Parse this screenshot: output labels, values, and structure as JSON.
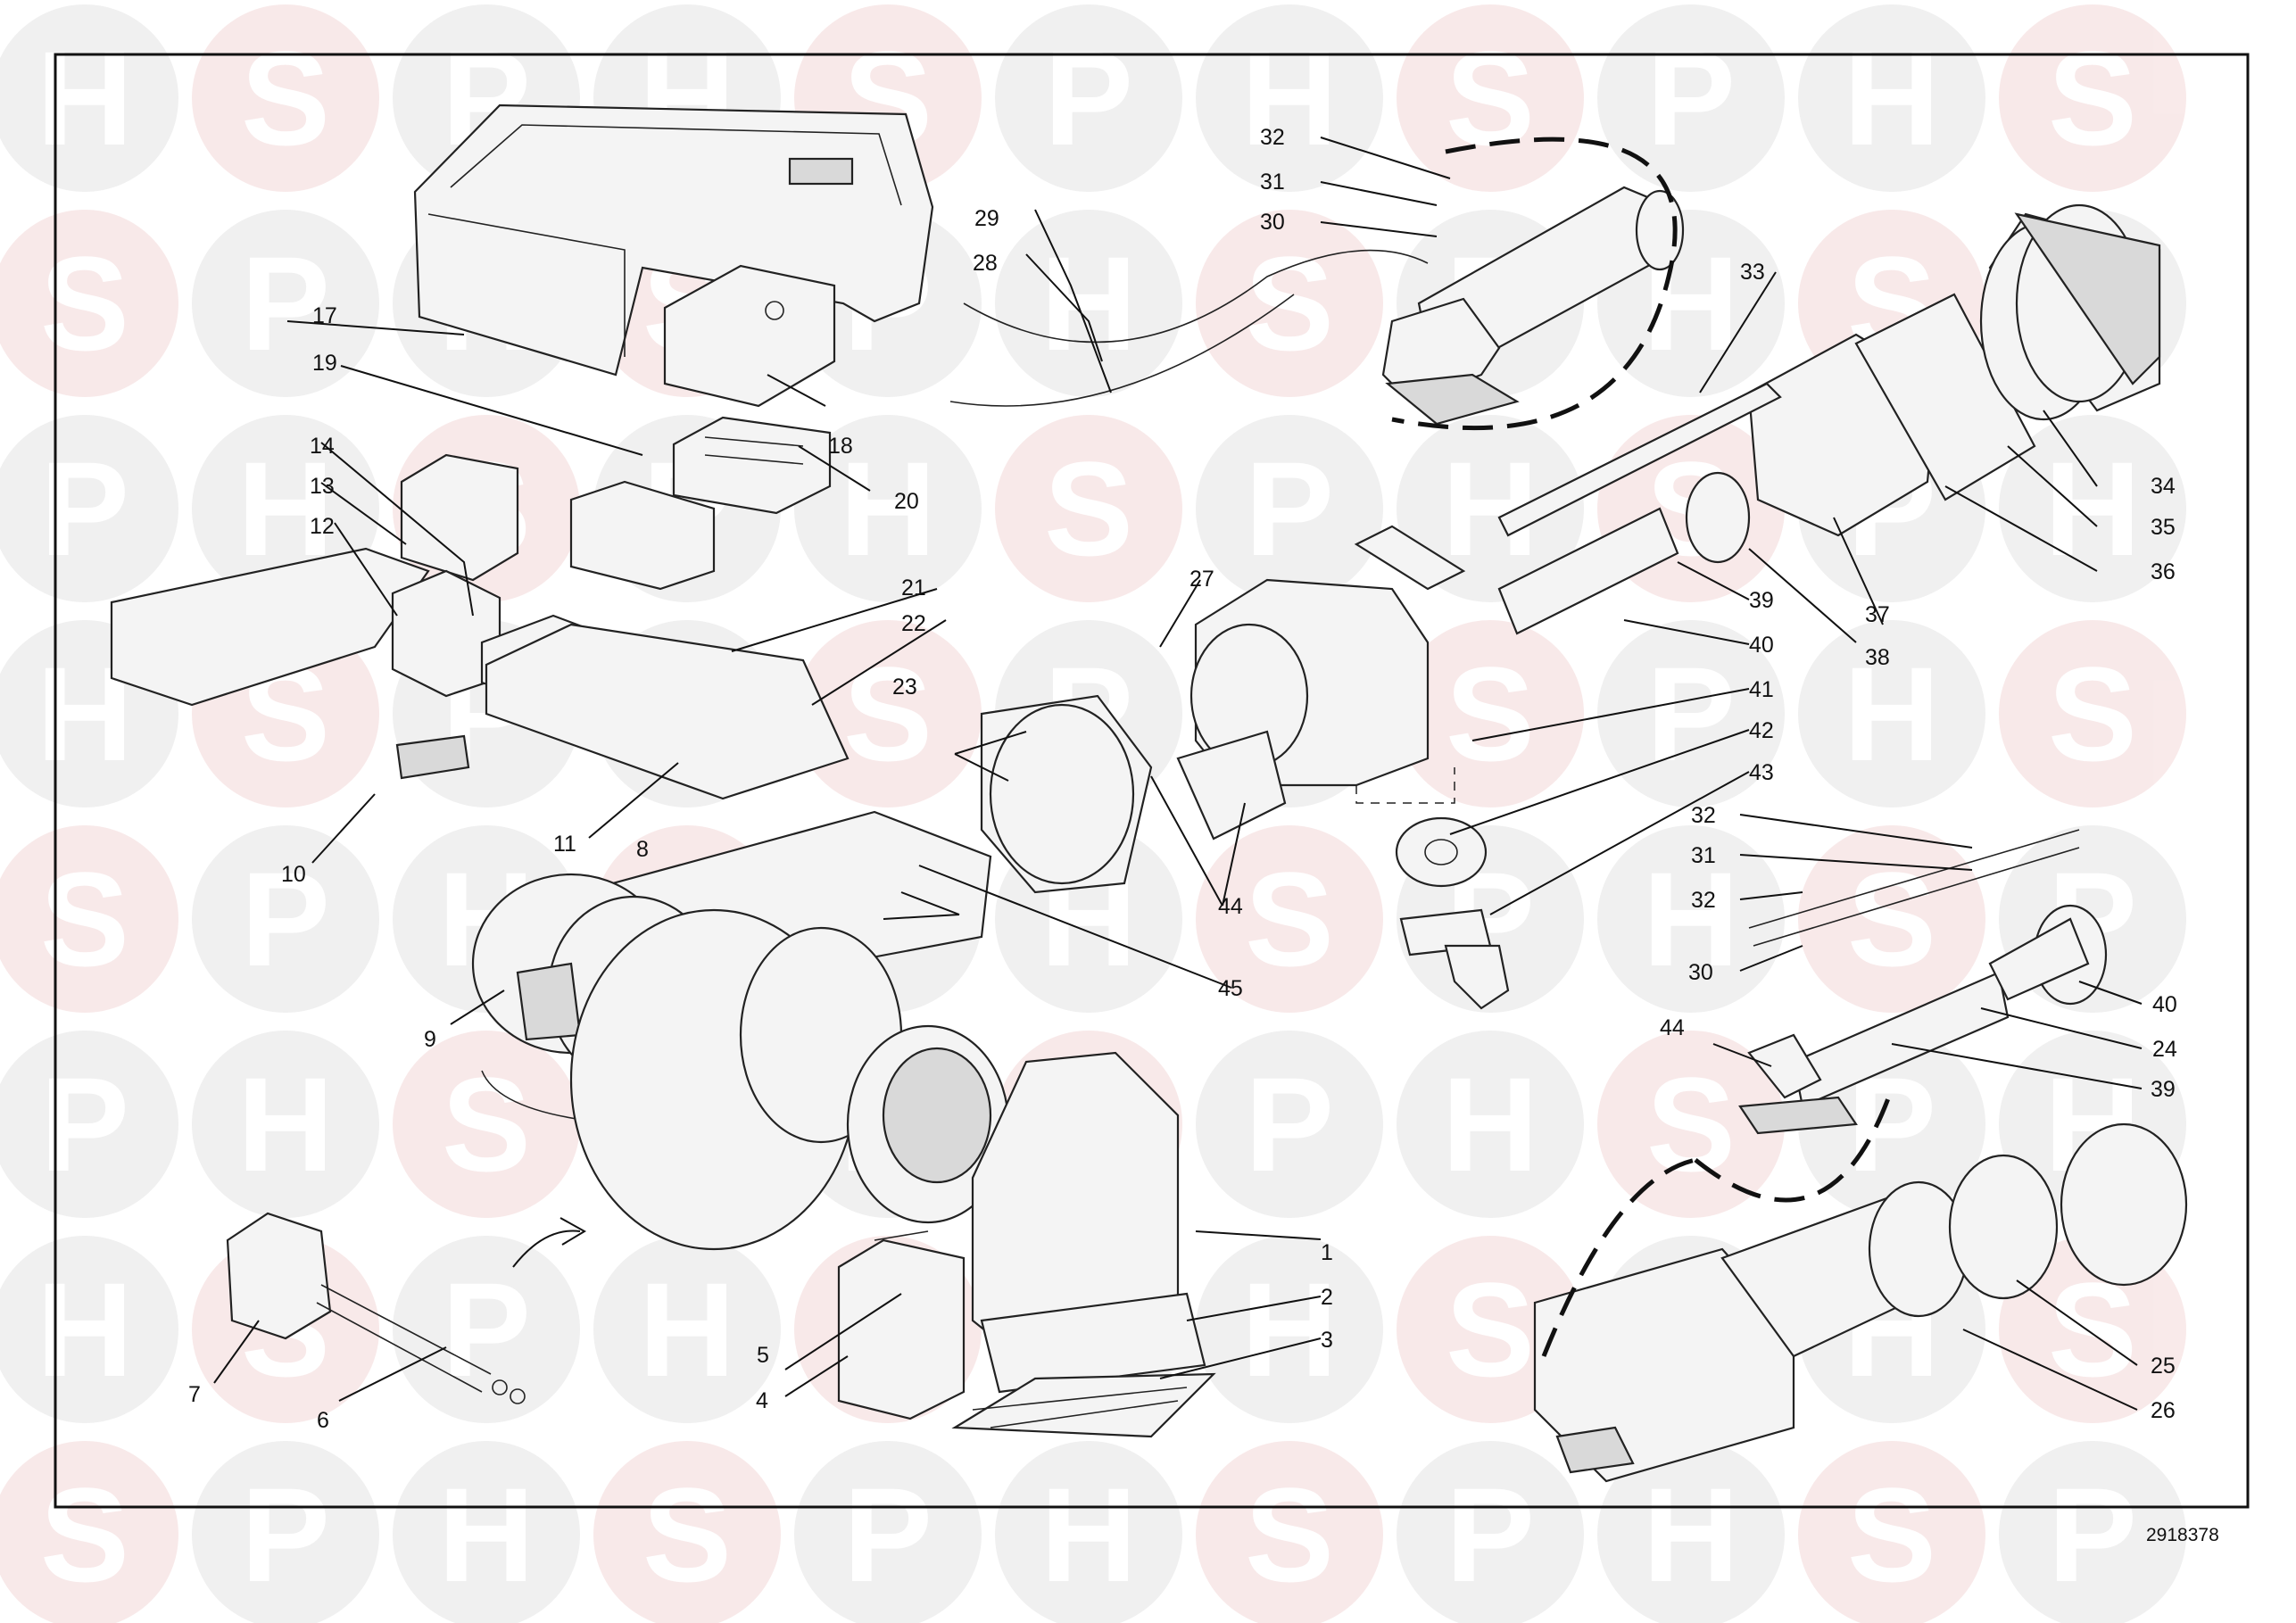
{
  "diagram": {
    "doc_number": "2918378",
    "watermark": {
      "letters": [
        "H",
        "S",
        "P"
      ]
    },
    "callouts": [
      {
        "id": "c1",
        "label": "1"
      },
      {
        "id": "c2",
        "label": "2"
      },
      {
        "id": "c3",
        "label": "3"
      },
      {
        "id": "c4",
        "label": "4"
      },
      {
        "id": "c5",
        "label": "5"
      },
      {
        "id": "c6",
        "label": "6"
      },
      {
        "id": "c7",
        "label": "7"
      },
      {
        "id": "c8",
        "label": "8"
      },
      {
        "id": "c9",
        "label": "9"
      },
      {
        "id": "c10",
        "label": "10"
      },
      {
        "id": "c11",
        "label": "11"
      },
      {
        "id": "c12",
        "label": "12"
      },
      {
        "id": "c13",
        "label": "13"
      },
      {
        "id": "c14",
        "label": "14"
      },
      {
        "id": "c17",
        "label": "17"
      },
      {
        "id": "c18",
        "label": "18"
      },
      {
        "id": "c19",
        "label": "19"
      },
      {
        "id": "c20",
        "label": "20"
      },
      {
        "id": "c21",
        "label": "21"
      },
      {
        "id": "c22",
        "label": "22"
      },
      {
        "id": "c23",
        "label": "23"
      },
      {
        "id": "c24",
        "label": "24"
      },
      {
        "id": "c25",
        "label": "25"
      },
      {
        "id": "c26",
        "label": "26"
      },
      {
        "id": "c27",
        "label": "27"
      },
      {
        "id": "c28",
        "label": "28"
      },
      {
        "id": "c29",
        "label": "29"
      },
      {
        "id": "c30a",
        "label": "30"
      },
      {
        "id": "c30b",
        "label": "30"
      },
      {
        "id": "c31a",
        "label": "31"
      },
      {
        "id": "c31b",
        "label": "31"
      },
      {
        "id": "c32a",
        "label": "32"
      },
      {
        "id": "c32b",
        "label": "32"
      },
      {
        "id": "c32c",
        "label": "32"
      },
      {
        "id": "c33",
        "label": "33"
      },
      {
        "id": "c34",
        "label": "34"
      },
      {
        "id": "c35",
        "label": "35"
      },
      {
        "id": "c36",
        "label": "36"
      },
      {
        "id": "c37",
        "label": "37"
      },
      {
        "id": "c38",
        "label": "38"
      },
      {
        "id": "c39a",
        "label": "39"
      },
      {
        "id": "c39b",
        "label": "39"
      },
      {
        "id": "c40a",
        "label": "40"
      },
      {
        "id": "c40b",
        "label": "40"
      },
      {
        "id": "c41",
        "label": "41"
      },
      {
        "id": "c42",
        "label": "42"
      },
      {
        "id": "c43",
        "label": "43"
      },
      {
        "id": "c44a",
        "label": "44"
      },
      {
        "id": "c44b",
        "label": "44"
      },
      {
        "id": "c45",
        "label": "45"
      }
    ]
  }
}
